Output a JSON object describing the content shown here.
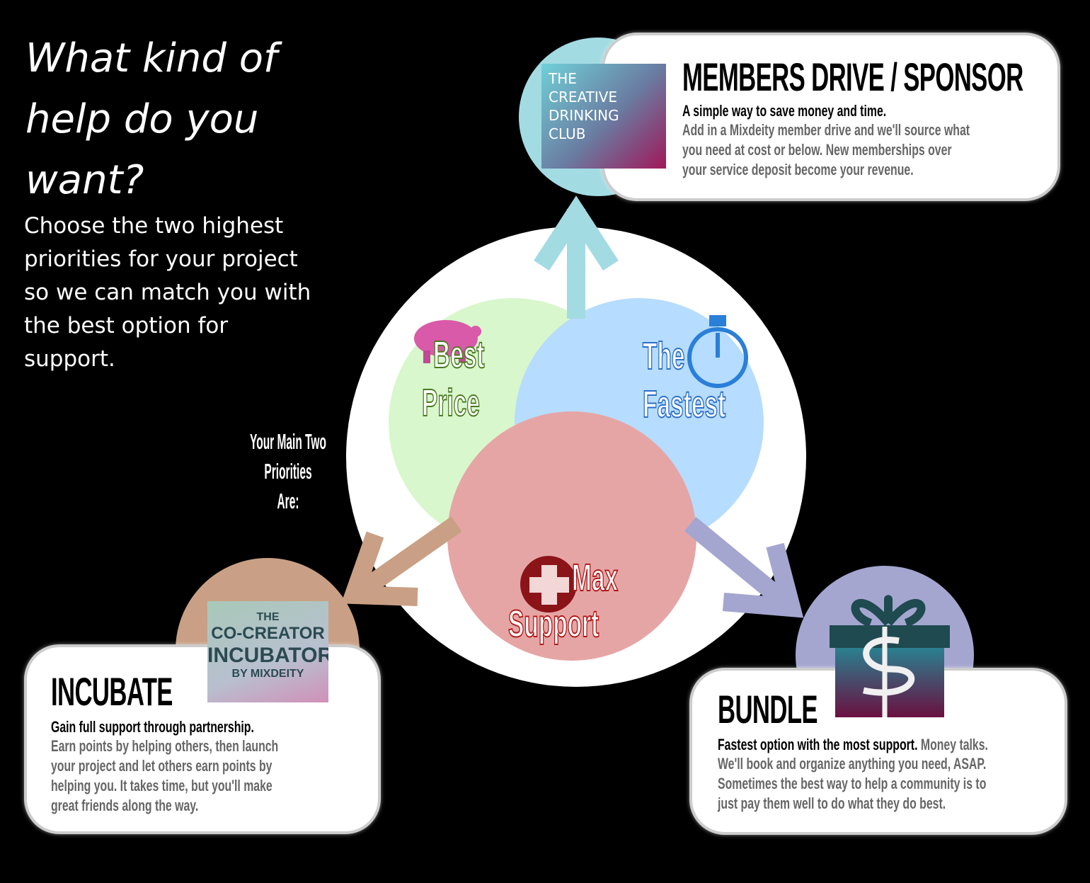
{
  "heading": {
    "question": "What kind of help do you want?",
    "instructions": "Choose the two highest priorities for your project so we can match you with the best option for support."
  },
  "venn": {
    "best_price": [
      "Best",
      "Price"
    ],
    "fastest": [
      "The",
      "Fastest"
    ],
    "max_support": [
      "Max",
      "Support"
    ],
    "center": [
      "Your Main Two",
      "Priorities",
      "Are:"
    ]
  },
  "options": [
    {
      "title": "MEMBERS DRIVE / SPONSOR",
      "lead": "A simple way to save money and time.",
      "body": [
        "Add in a Mixdeity member drive and we'll source what",
        "you need at cost or below.  New memberships over",
        "your service deposit become your revenue."
      ],
      "logo": [
        "THE",
        "CREATIVE",
        "DRINKING",
        "CLUB"
      ],
      "color": "#a3dbe3"
    },
    {
      "title": "INCUBATE",
      "lead": "Gain full support through partnership.",
      "body": [
        "Earn points by helping others, then launch",
        "your project and let others earn points by",
        "helping you.  It takes time, but you'll make",
        "great friends along the way."
      ],
      "logo": [
        "THE",
        "CO-CREATOR",
        "INCUBATOR",
        "BY MIXDEITY"
      ],
      "color": "#c9a085"
    },
    {
      "title": "BUNDLE",
      "lead": "Fastest option with the most support.",
      "lead_rest": "Money talks.",
      "body": [
        "We'll book  and organize anything you need, ASAP.",
        "Sometimes the best way to help a community is to",
        "just pay them well to do what they do best."
      ],
      "color": "#a4a6d0"
    }
  ]
}
